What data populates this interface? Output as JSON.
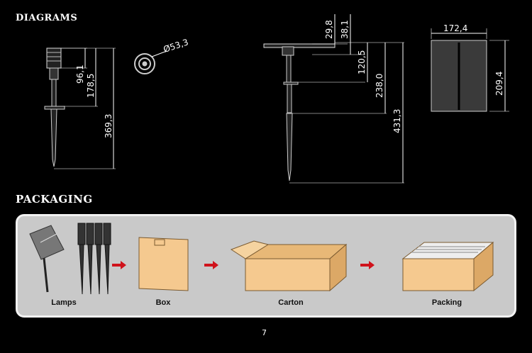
{
  "headings": {
    "diagrams": "DIAGRAMS",
    "packaging": "PACKAGING"
  },
  "dimensions": {
    "d96": "96,1",
    "d178": "178,5",
    "d369": "369,3",
    "dia": "Ø53,3",
    "d29": "29,8",
    "d38": "38,1",
    "d120": "120,5",
    "d238": "238,0",
    "d431": "431,3",
    "w172": "172,4",
    "h209": "209,4"
  },
  "packaging": {
    "steps": [
      "Lamps",
      "Box",
      "Carton",
      "Packing"
    ]
  },
  "colors": {
    "arrow": "#d0121b",
    "box": "#f5c98f",
    "panel": "#c9c9c9"
  },
  "page": "7"
}
